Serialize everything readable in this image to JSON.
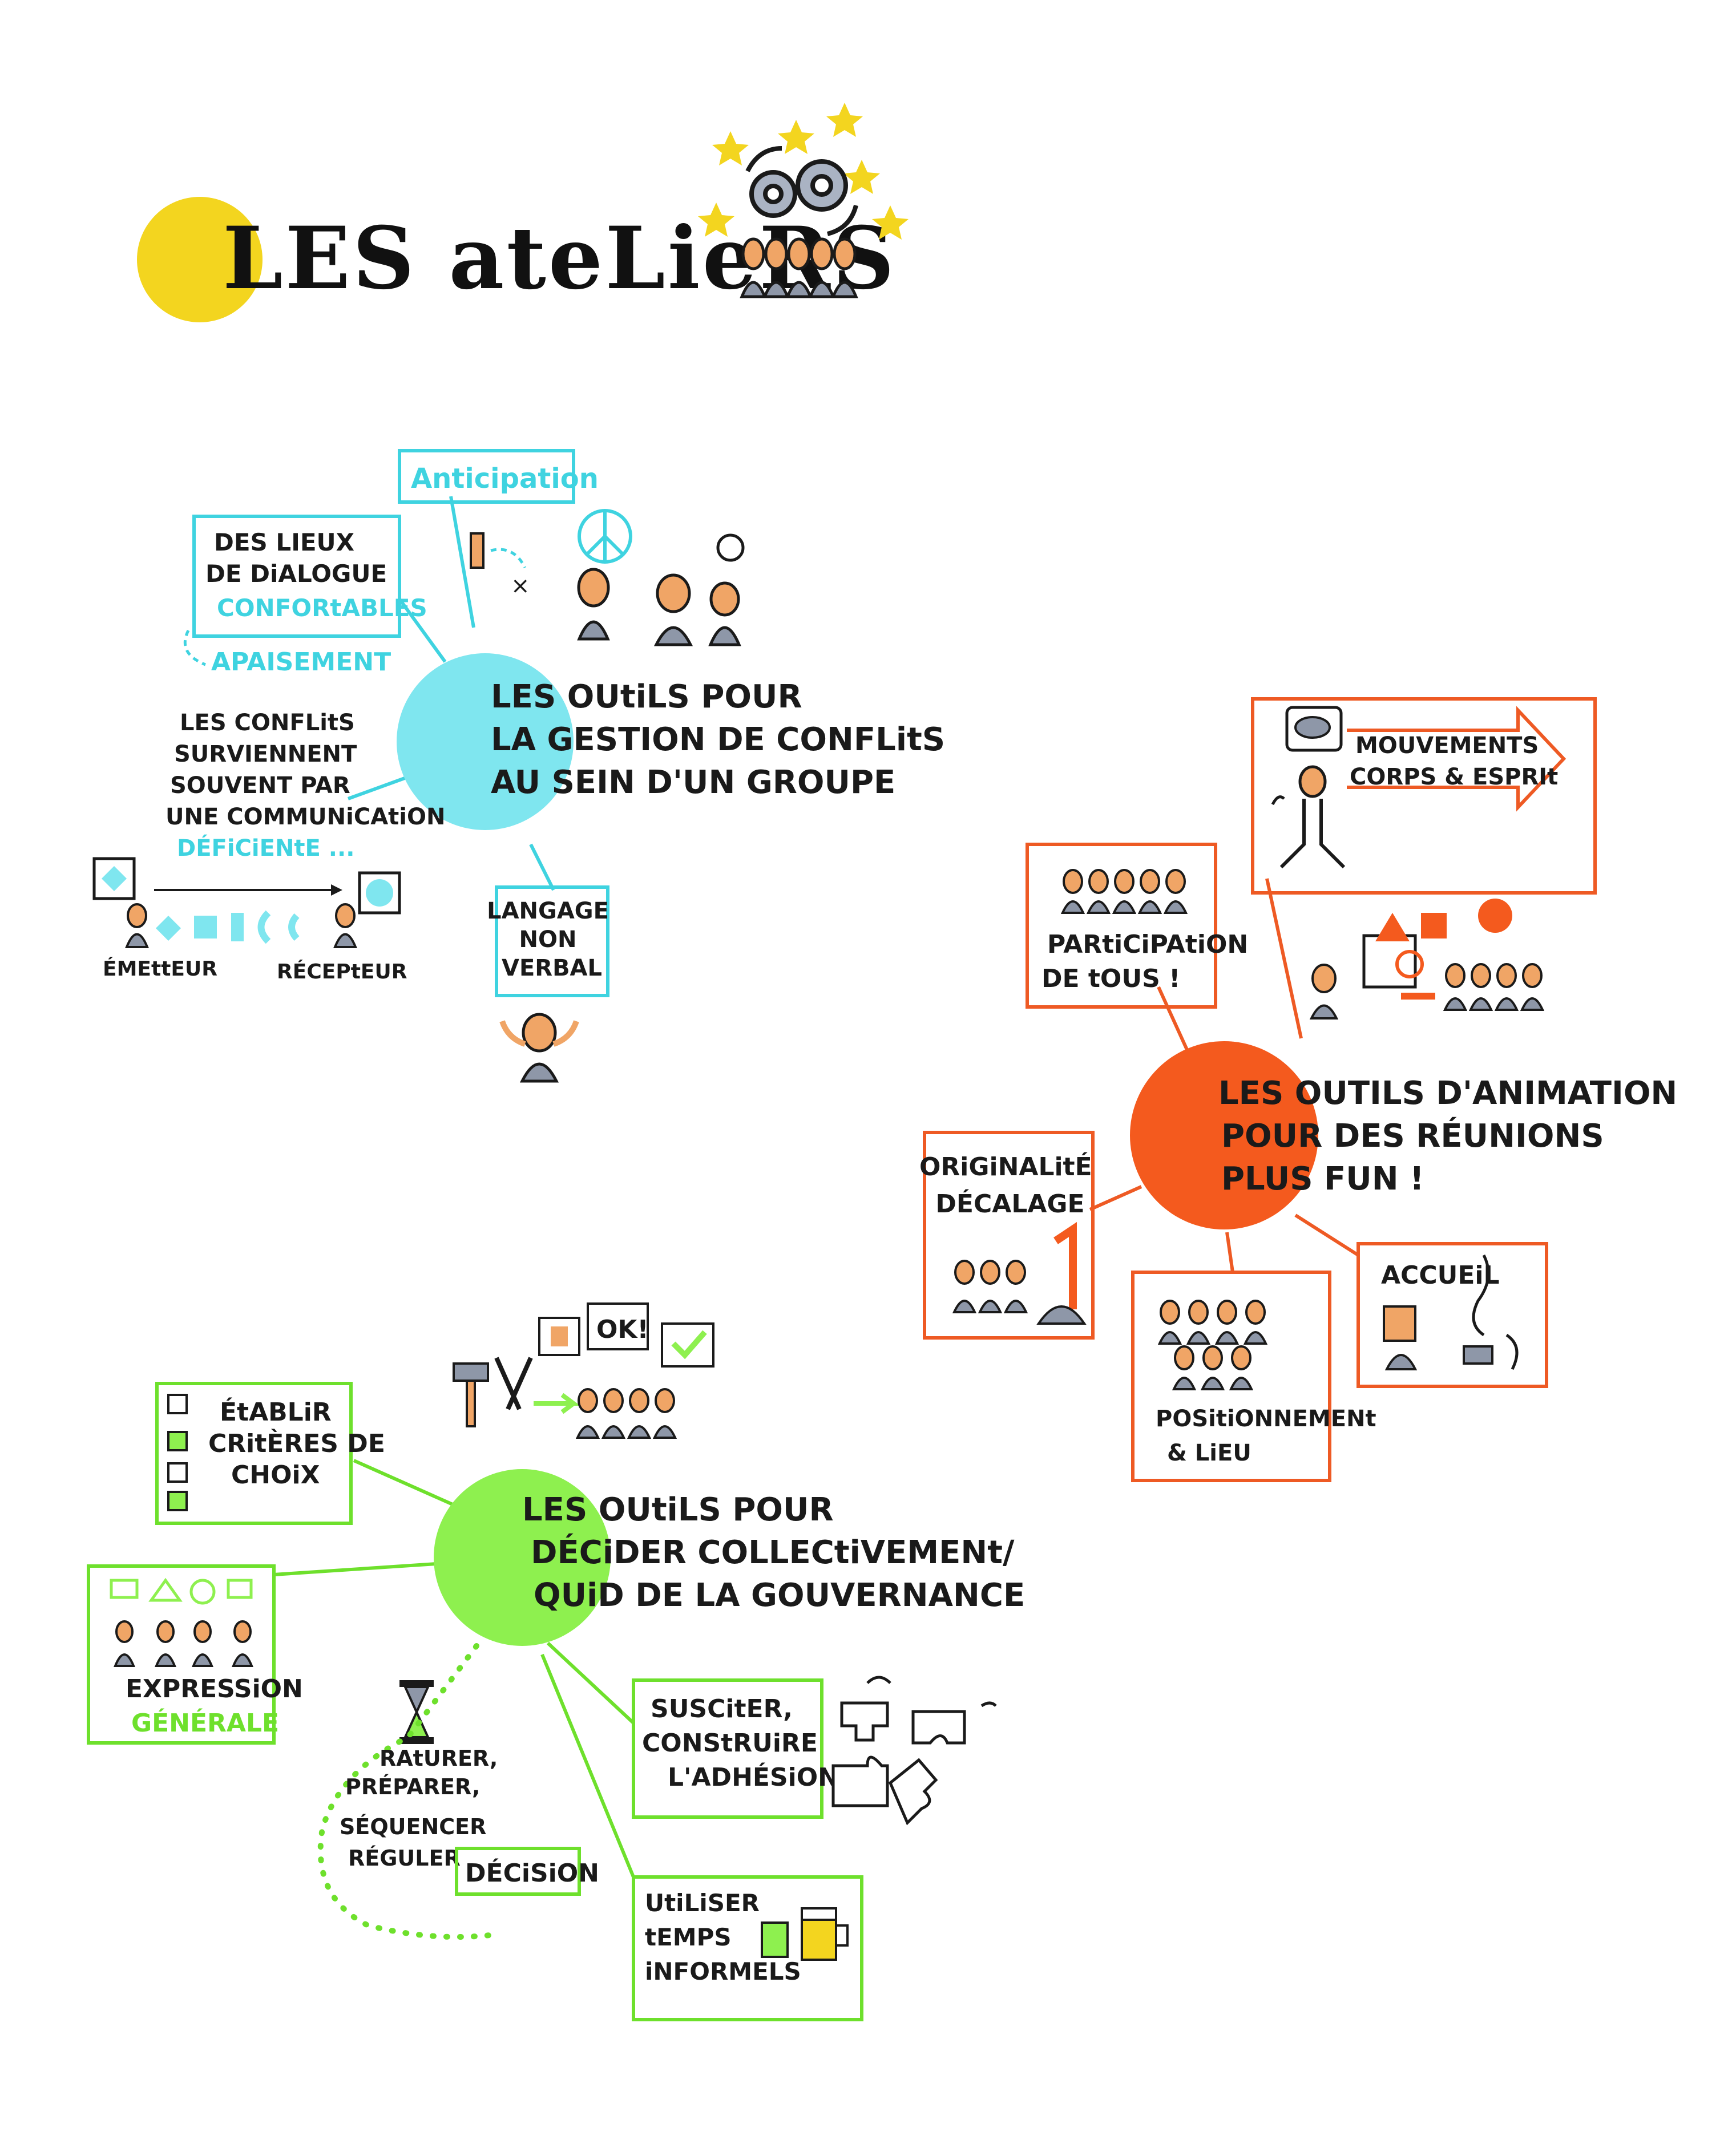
{
  "title": "LES ateLieRS",
  "colors": {
    "yellow": "#f3d51f",
    "cyan": "#7fe6ef",
    "cyan_ink": "#3fd3e0",
    "orange": "#f45a1e",
    "orange_ink": "#ee5a24",
    "green": "#8ef04f",
    "green_ink": "#6ee02c",
    "ink": "#1a1a1a",
    "skin": "#f0a566",
    "grey": "#8e97a8"
  },
  "conflicts": {
    "center_lines": [
      "LES OUtiLS POUR",
      "LA GESTION DE CONFLitS",
      "AU SEIN D'UN GROUPE"
    ],
    "anticipation": "Anticipation",
    "dialogue_lines": [
      "DES LIEUX",
      "DE DiALOGUE"
    ],
    "dialogue_highlight": "CONFORtABLES",
    "apaisement": "APAISEMENT",
    "communication_lines": [
      "LES CONFLitS",
      "SURVIENNENT",
      "SOUVENT PAR",
      "UNE COMMUNiCAtiON"
    ],
    "communication_highlight": "DÉFiCiENtE ...",
    "emitter": "ÉMEttEUR",
    "receiver": "RÉCEPtEUR",
    "nonverbal_lines": [
      "LANGAGE",
      "NON",
      "VERBAL"
    ]
  },
  "animation": {
    "center_lines": [
      "LES OUTILS D'ANIMATION",
      "POUR DES RÉUNIONS",
      "PLUS FUN !"
    ],
    "movements_lines": [
      "MOUVEMENTS",
      "CORPS & ESPRIt"
    ],
    "participation_lines": [
      "PARtiCiPAtiON",
      "DE tOUS !"
    ],
    "originality_lines": [
      "ORiGiNALitÉ",
      "DÉCALAGE"
    ],
    "positioning_lines": [
      "POSitiONNEMENt",
      "& LiEU"
    ],
    "welcome": "ACCUEiL"
  },
  "decision": {
    "center_lines": [
      "LES OUtiLS POUR",
      "DÉCiDER COLLECtiVEMENt/",
      "QUiD DE LA GOUVERNANCE"
    ],
    "criteria_lines": [
      "ÉtABLiR",
      "CRitÈRES DE",
      "CHOiX"
    ],
    "expression_lines": [
      "EXPRESSiON",
      "GÉNÉRALE"
    ],
    "ok_bubble": "OK!",
    "process_lines": [
      "RAtURER,",
      "PRÉPARER,",
      "SÉQUENCER",
      "RÉGULER"
    ],
    "decision_label": "DÉCiSiON",
    "adhesion_lines": [
      "SUSCitER,",
      "CONStRUiRE",
      "L'ADHÉSiON"
    ],
    "informal_lines": [
      "UtiLiSER",
      "tEMPS",
      "iNFORMELS"
    ]
  }
}
